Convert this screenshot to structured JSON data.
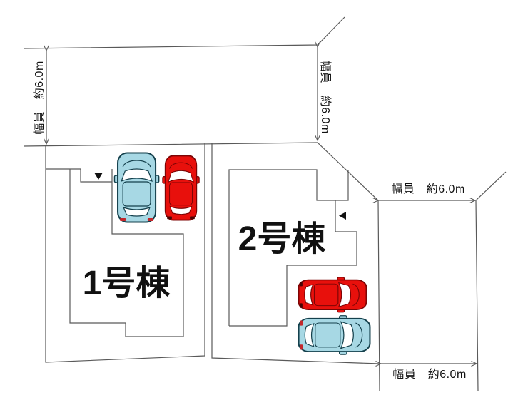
{
  "plan": {
    "buildings": [
      {
        "label": "1号棟"
      },
      {
        "label": "2号棟"
      }
    ],
    "dimension_labels": {
      "top_road": "幅員　約6.0m",
      "top_road_right": "幅員　約6.0m",
      "right_road_upper": "幅員　約6.0m",
      "right_road_lower": "幅員　約6.0m"
    },
    "markers": {
      "building1_entrance": "▼",
      "building2_entrance": "◀"
    },
    "colors": {
      "car_red": "#e8100c",
      "car_red_outline": "#7c0505",
      "car_red_accent": "#4a0303",
      "car_teal": "#a7d8e4",
      "car_teal_outline": "#14404c",
      "car_teal_accent": "#c3272b",
      "line": "#595959",
      "text": "#111111"
    }
  }
}
